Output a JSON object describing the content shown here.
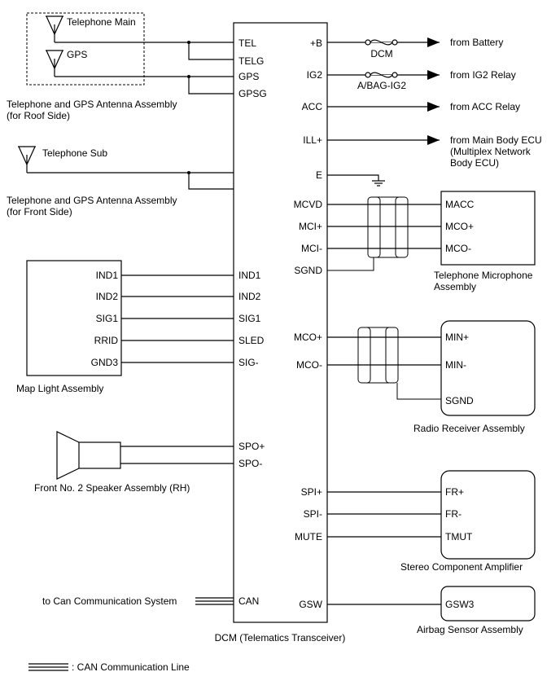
{
  "dcm": {
    "title": "DCM (Telematics Transceiver)",
    "left_pins": [
      "TEL",
      "TELG",
      "GPS",
      "GPSG",
      "IND1",
      "IND2",
      "SIG1",
      "SLED",
      "SIG-",
      "SPO+",
      "SPO-",
      "CAN"
    ],
    "right_pins": [
      "+B",
      "IG2",
      "ACC",
      "ILL+",
      "E",
      "MCVD",
      "MCI+",
      "MCI-",
      "SGND",
      "MCO+",
      "MCO-",
      "SPI+",
      "SPI-",
      "MUTE",
      "GSW"
    ]
  },
  "roof_antenna": {
    "telephone_main": "Telephone Main",
    "gps": "GPS",
    "label_line1": "Telephone and GPS Antenna Assembly",
    "label_line2": "(for Roof Side)"
  },
  "front_antenna": {
    "telephone_sub": "Telephone Sub",
    "label_line1": "Telephone and GPS Antenna Assembly",
    "label_line2": "(for Front Side)"
  },
  "map_light": {
    "pins": [
      "IND1",
      "IND2",
      "SIG1",
      "RRID",
      "GND3"
    ],
    "label": "Map Light Assembly"
  },
  "speaker": {
    "label": "Front No. 2 Speaker Assembly (RH)"
  },
  "can": {
    "to_label": "to Can Communication System",
    "legend": ": CAN Communication Line"
  },
  "power": {
    "battery": "from Battery",
    "dcm_fuse": "DCM",
    "ig2_relay": "from IG2 Relay",
    "ig2_fuse": "A/BAG-IG2",
    "acc_relay": "from ACC Relay",
    "main_body_line1": "from Main Body ECU",
    "main_body_line2": "(Multiplex Network",
    "main_body_line3": "Body ECU)"
  },
  "microphone": {
    "pins": [
      "MACC",
      "MCO+",
      "MCO-"
    ],
    "label_line1": "Telephone Microphone",
    "label_line2": "Assembly"
  },
  "radio": {
    "pins": [
      "MIN+",
      "MIN-",
      "SGND"
    ],
    "label": "Radio Receiver Assembly"
  },
  "amplifier": {
    "pins": [
      "FR+",
      "FR-",
      "TMUT"
    ],
    "label": "Stereo Component Amplifier"
  },
  "airbag": {
    "pins": [
      "GSW3"
    ],
    "label": "Airbag Sensor Assembly"
  }
}
